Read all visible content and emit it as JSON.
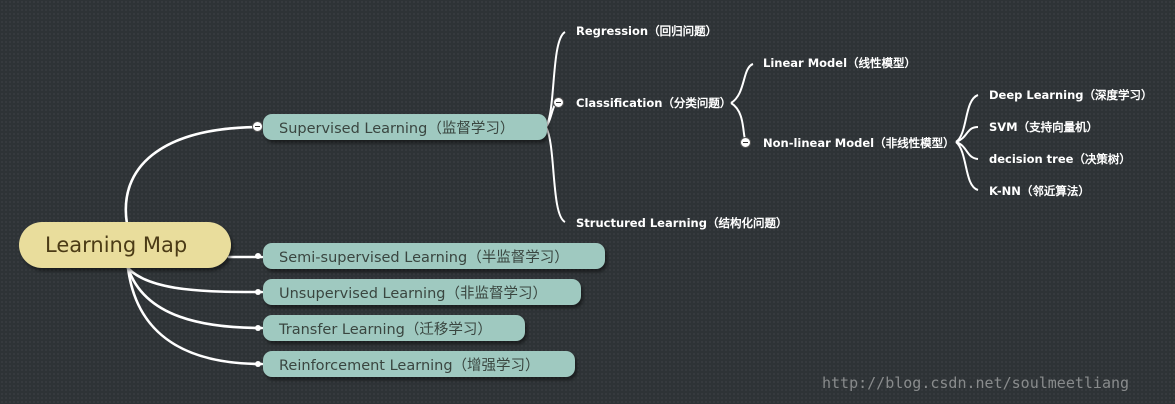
{
  "root": {
    "label": "Learning Map"
  },
  "branches": [
    {
      "label": "Supervised Learning（监督学习）"
    },
    {
      "label": "Semi-supervised Learning（半监督学习）"
    },
    {
      "label": "Unsupervised Learning（非监督学习）"
    },
    {
      "label": "Transfer Learning（迁移学习）"
    },
    {
      "label": "Reinforcement Learning（增强学习）"
    }
  ],
  "supervised_children": [
    {
      "label": "Regression（回归问题）"
    },
    {
      "label": "Classification（分类问题）"
    },
    {
      "label": "Structured Learning（结构化问题）"
    }
  ],
  "classification_children": [
    {
      "label": "Linear Model（线性模型）"
    },
    {
      "label": "Non-linear Model（非线性模型）"
    }
  ],
  "nonlinear_children": [
    {
      "label": "Deep Learning（深度学习）"
    },
    {
      "label": "SVM（支持向量机）"
    },
    {
      "label": "decision tree（决策树）"
    },
    {
      "label": "K-NN（邻近算法）"
    }
  ],
  "watermark": "http://blog.csdn.net/soulmeetliang",
  "colors": {
    "background": "#2e3336",
    "root_fill": "#e9dd9c",
    "branch_fill": "#9fc9c0",
    "connector": "#ffffff"
  }
}
